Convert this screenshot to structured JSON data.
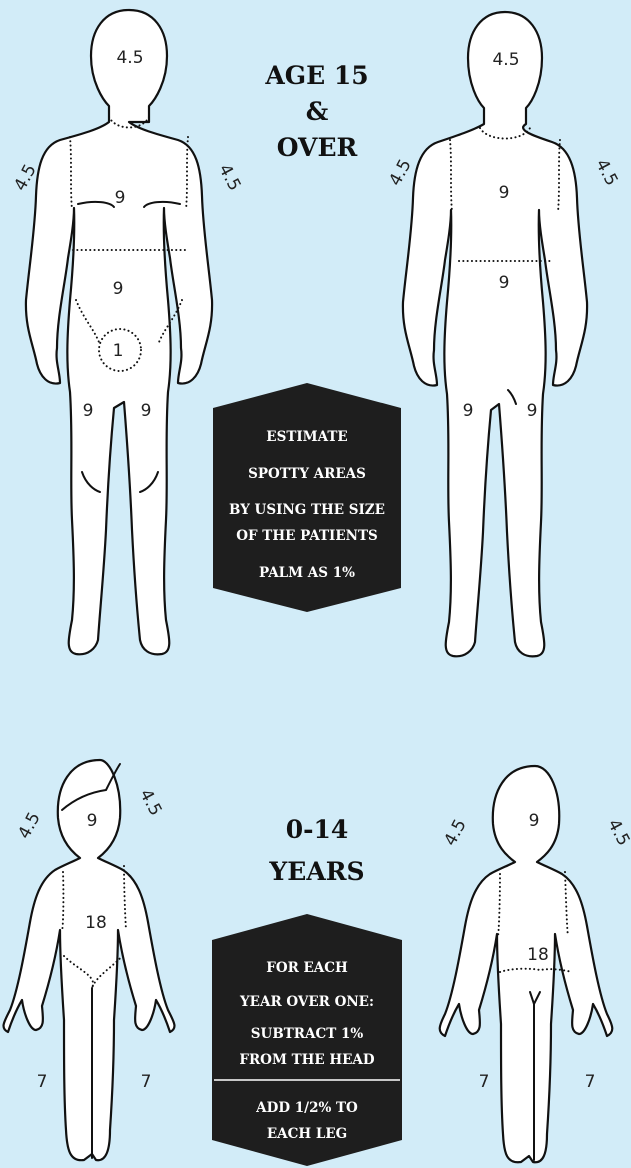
{
  "adult": {
    "title_lines": [
      "AGE 15",
      "&",
      "OVER"
    ],
    "front": {
      "head": "4.5",
      "left_arm": "4.5",
      "right_arm": "4.5",
      "chest": "9",
      "abdomen": "9",
      "groin": "1",
      "left_leg": "9",
      "right_leg": "9"
    },
    "back": {
      "head": "4.5",
      "left_arm": "4.5",
      "right_arm": "4.5",
      "upper_back": "9",
      "lower_back": "9",
      "left_leg": "9",
      "right_leg": "9"
    },
    "note_lines": [
      "ESTIMATE",
      "SPOTTY AREAS",
      "BY USING THE SIZE",
      "OF THE PATIENTS",
      "PALM AS 1%"
    ]
  },
  "child": {
    "title_lines": [
      "0-14",
      "YEARS"
    ],
    "front": {
      "head": "9",
      "left_arm": "4.5",
      "right_arm": "4.5",
      "trunk": "18",
      "left_leg": "7",
      "right_leg": "7"
    },
    "back": {
      "head": "9",
      "left_arm": "4.5",
      "right_arm": "4.5",
      "trunk": "18",
      "left_leg": "7",
      "right_leg": "7"
    },
    "note_lines_top": [
      "FOR EACH",
      "YEAR OVER ONE:",
      "SUBTRACT 1%",
      "FROM THE HEAD"
    ],
    "note_lines_bottom": [
      "ADD 1/2% TO",
      "EACH LEG"
    ]
  },
  "colors": {
    "background": "#d2ecf8",
    "panel": "#1e1e1e",
    "outline": "#111111"
  }
}
